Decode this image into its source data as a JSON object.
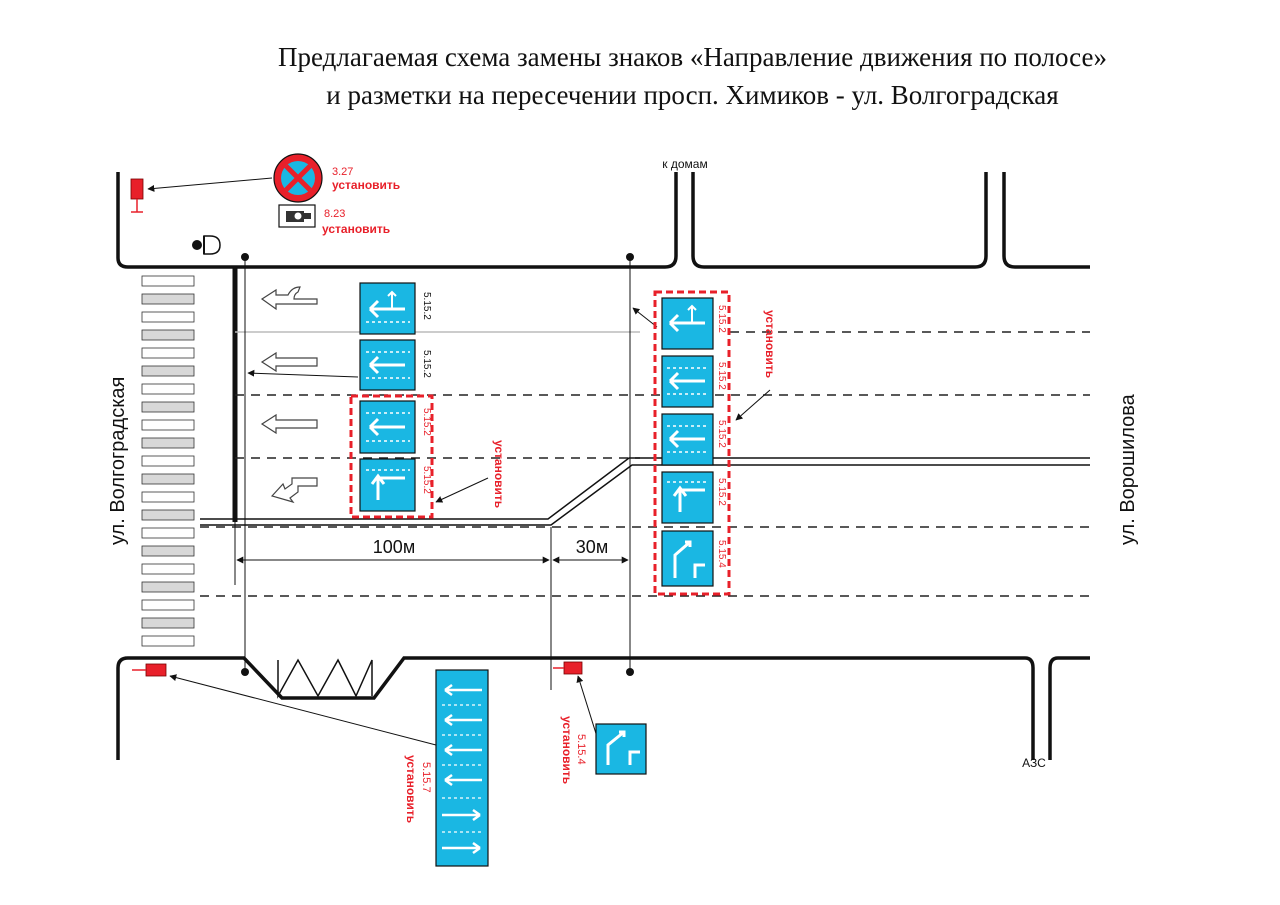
{
  "title": {
    "line1": "Предлагаемая схема замены знаков «Направление движения по полосе»",
    "line2": "и разметки на пересечении просп. Химиков - ул. Волгоградская"
  },
  "streets": {
    "left": "ул. Волгоградская",
    "right": "ул. Ворошилова",
    "top_label": "к домам",
    "gas_station": "АЗС"
  },
  "dimensions": {
    "d1": "100м",
    "d2": "30м"
  },
  "annotations": {
    "sign_327_code": "3.27",
    "sign_327_action": "установить",
    "sign_823_code": "8.23",
    "sign_823_action": "установить",
    "install_left": "установить",
    "install_right": "установить",
    "install_bottom_code": "5.15.7",
    "install_bottom_action": "установить",
    "install_5154_code": "5.15.4",
    "install_5154_action": "установить"
  },
  "sign_codes": {
    "s5152": "5.15.2",
    "s5154": "5.15.4"
  },
  "colors": {
    "sign_blue": "#1ab7e3",
    "install_red": "#e8202a",
    "road_black": "#111111"
  }
}
